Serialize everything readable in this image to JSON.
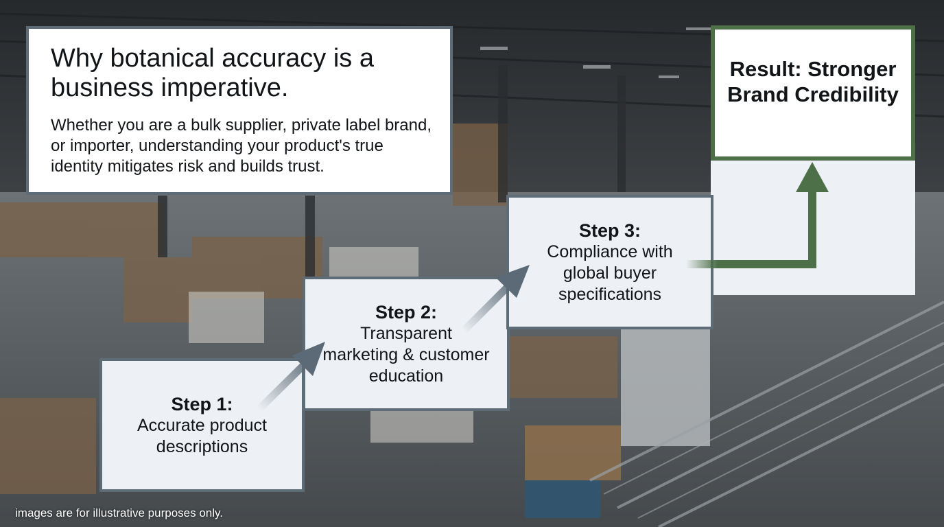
{
  "intro": {
    "title": "Why botanical accuracy is a business imperative.",
    "body": "Whether you are a bulk supplier, private label brand, or importer, understanding your product's true identity mitigates risk and builds trust."
  },
  "steps": [
    {
      "title": "Step 1:",
      "desc": "Accurate product descriptions"
    },
    {
      "title": "Step 2:",
      "desc": "Transparent marketing & customer education"
    },
    {
      "title": "Step 3:",
      "desc": "Compliance with global buyer specifications"
    }
  ],
  "result": {
    "text": "Result: Stronger Brand Credibility"
  },
  "disclaimer": "images are for illustrative purposes only.",
  "colors": {
    "card_border": "#5e6c78",
    "step_fill": "#edf0f4",
    "result_green": "#4d7048",
    "arrow_slate": "#5b6a76"
  }
}
